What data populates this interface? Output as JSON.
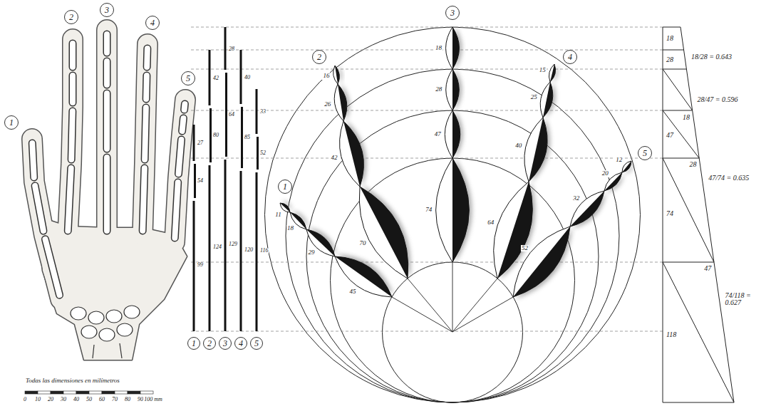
{
  "diagram": {
    "nodes": [
      {
        "text": [
          "1"
        ]
      },
      {
        "text": [
          "2"
        ]
      },
      {
        "text": [
          "3"
        ]
      },
      {
        "text": [
          "4"
        ]
      },
      {
        "text": [
          "5"
        ]
      },
      {
        "text": [
          "1"
        ]
      },
      {
        "text": [
          "2"
        ]
      },
      {
        "text": [
          "3"
        ]
      },
      {
        "text": [
          "4"
        ]
      },
      {
        "text": [
          "5"
        ]
      },
      {
        "text": [
          "1"
        ]
      },
      {
        "text": [
          "2"
        ]
      },
      {
        "text": [
          "3"
        ]
      },
      {
        "text": [
          "4"
        ]
      },
      {
        "text": [
          "5"
        ]
      }
    ],
    "labels": [
      "Todas las dimensiones en milímetros",
      "0",
      "10",
      "20",
      "30",
      "40",
      "50",
      "60",
      "70",
      "80",
      "90",
      "100 mm",
      "27",
      "54",
      "99",
      "42",
      "80",
      "124",
      "28",
      "64",
      "129",
      "40",
      "85",
      "120",
      "33",
      "52",
      "116",
      "45",
      "29",
      "18",
      "11",
      "70",
      "42",
      "26",
      "16",
      "74",
      "47",
      "28",
      "18",
      "64",
      "40",
      "25",
      "15",
      "52",
      "32",
      "20",
      "12",
      "18",
      "28",
      "47",
      "74",
      "118",
      "18",
      "28",
      "47",
      "18/28 = 0.643",
      "28/47 = 0.596",
      "47/74 = 0.635",
      "74/118 = 0.627"
    ]
  }
}
